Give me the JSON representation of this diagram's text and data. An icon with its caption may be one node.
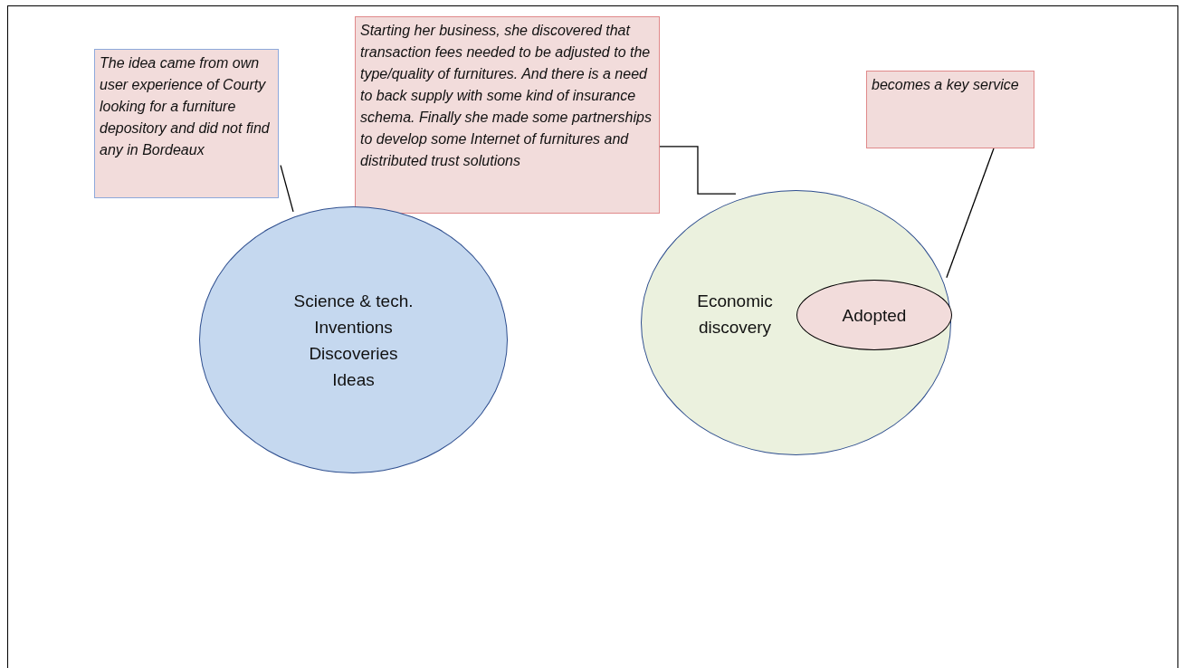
{
  "diagram": {
    "nodes": [
      {
        "text": [
          "The idea came from own user experience of Courty looking for a furniture depository and did not find any in Bordeaux"
        ]
      },
      {
        "text": [
          "Starting her business, she discovered that transaction fees needed to be adjusted to the type/quality of furnitures. And there is a need to back supply with some kind of insurance schema. Finally she made some partnerships to develop some Internet of furnitures and distributed trust solutions"
        ]
      },
      {
        "text": [
          "becomes a key service"
        ]
      },
      {
        "text": [
          "Science & tech.",
          "Inventions",
          "Discoveries",
          "Ideas"
        ]
      },
      {
        "text": [
          "Economic discovery"
        ]
      },
      {
        "text": [
          "Adopted"
        ],
        "in": 4
      }
    ],
    "edges": [
      {
        "from": 0,
        "to": 3,
        "arrow": "none"
      },
      {
        "from": 1,
        "to": 4,
        "arrow": "none"
      },
      {
        "from": 2,
        "to": 4,
        "arrow": "none"
      }
    ]
  }
}
